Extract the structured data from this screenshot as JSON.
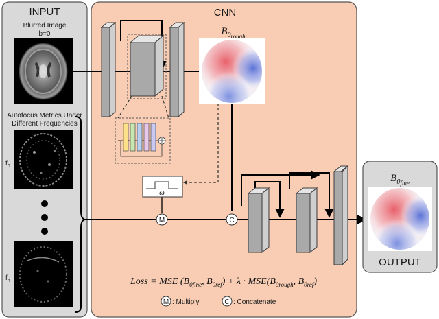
{
  "input_panel": {
    "title": "INPUT",
    "blurred_caption_line1": "Blurred Image",
    "blurred_caption_line2": "b=0",
    "metrics_caption_line1": "Autofocus Metrics Under",
    "metrics_caption_line2": "Different Frequencies",
    "f0_label": "f",
    "f0_sub": "0",
    "fn_label": "f",
    "fn_sub": "n"
  },
  "cnn_panel": {
    "title": "CNN",
    "rough_label_base": "B",
    "rough_label_sub": "0",
    "rough_label_subsub": "rough",
    "omega_label": "ω",
    "multiply_symbol": "M",
    "concat_symbol": "C",
    "loss_prefix": "Loss = MSE (B",
    "loss_sub_fine": "0fine",
    "loss_mid1": ", B",
    "loss_sub_ref1": "0ref",
    "loss_mid2": ") + λ · MSE(B",
    "loss_sub_rough": "0rough",
    "loss_mid3": ", B",
    "loss_sub_ref2": "0ref",
    "loss_suffix": ")",
    "legend_multiply": ": Multiply",
    "legend_concat": ": Concatenate"
  },
  "output_panel": {
    "title": "OUTPUT",
    "fine_label_base": "B",
    "fine_label_sub": "0",
    "fine_label_subsub": "fine"
  },
  "colors": {
    "cnn_bg": "#f8cdb4",
    "side_panel_bg": "#d9d9d9",
    "block": "#a9a9a9",
    "map_red": "#e8606a",
    "map_blue": "#5b72d6"
  }
}
